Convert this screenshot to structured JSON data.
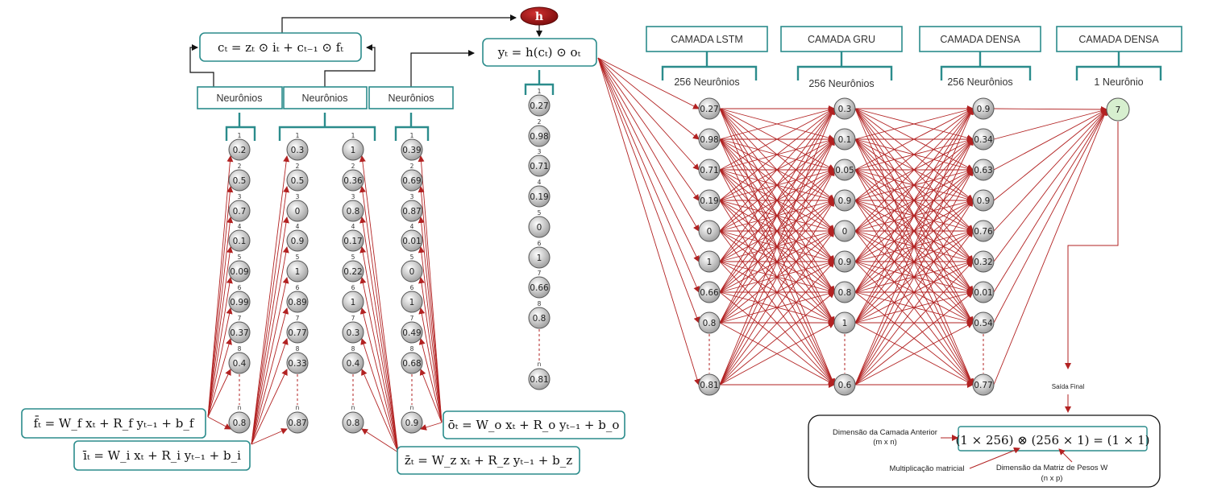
{
  "h_node": "h",
  "equations": {
    "c": "cₜ = zₜ ⊙ iₜ + cₜ₋₁ ⊙ fₜ",
    "y": "yₜ = h(cₜ) ⊙ oₜ",
    "f": "f̄ₜ = W_f xₜ + R_f yₜ₋₁ + b_f",
    "i": "īₜ = W_i xₜ + R_i yₜ₋₁ + b_i",
    "z": "z̄ₜ = W_z xₜ + R_z yₜ₋₁ + b_z",
    "o": "ōₜ = W_o xₜ + R_o yₜ₋₁ + b_o"
  },
  "neuron_labels": [
    "Neurônios",
    "Neurônios",
    "Neurônios"
  ],
  "index_labels": [
    "1",
    "2",
    "3",
    "4",
    "5",
    "6",
    "7",
    "8",
    "n"
  ],
  "gate_columns": [
    {
      "values": [
        "0.2",
        "0.5",
        "0.7",
        "0.1",
        "0.09",
        "0.99",
        "0.37",
        "0.4"
      ],
      "last": "0.8"
    },
    {
      "values": [
        "0.3",
        "0.5",
        "0",
        "0.9",
        "1",
        "0.89",
        "0.77",
        "0.33"
      ],
      "last": "0.87"
    },
    {
      "values": [
        "1",
        "0.36",
        "0.8",
        "0.17",
        "0.22",
        "1",
        "0.3",
        "0.4"
      ],
      "last": "0.8"
    },
    {
      "values": [
        "0.39",
        "0.69",
        "0.87",
        "0.01",
        "0",
        "1",
        "0.49",
        "0.68"
      ],
      "last": "0.9"
    }
  ],
  "y_column": {
    "values": [
      "0.27",
      "0.98",
      "0.71",
      "0.19",
      "0",
      "1",
      "0.66",
      "0.8"
    ],
    "last": "0.81"
  },
  "layers": [
    {
      "title": "CAMADA LSTM",
      "neurons": "256 Neurônios",
      "values": [
        "0.27",
        "0.98",
        "0.71",
        "0.19",
        "0",
        "1",
        "0.66",
        "0.8"
      ],
      "last": "0.81"
    },
    {
      "title": "CAMADA GRU",
      "neurons": "256 Neurônios",
      "values": [
        "0.3",
        "0.1",
        "0.05",
        "0.9",
        "0",
        "0.9",
        "0.8",
        "1"
      ],
      "last": "0.6"
    },
    {
      "title": "CAMADA DENSA",
      "neurons": "256 Neurônios",
      "values": [
        "0.9",
        "0.34",
        "0.63",
        "0.9",
        "0.76",
        "0.32",
        "0.01",
        "0.54"
      ],
      "last": "0.77"
    },
    {
      "title": "CAMADA DENSA",
      "neurons": "1 Neurônio",
      "values": [
        "7"
      ]
    }
  ],
  "output": {
    "saida": "Saída Final",
    "dim_prev": "Dimensão da Camada Anterior",
    "dim_prev_sub": "(m x n)",
    "formula": "(1 × 256) ⊗ (256 × 1) = (1 × 1)",
    "mult": "Multiplicação matricial",
    "dim_w": "Dimensão da Matriz de Pesos W",
    "dim_w_sub": "(n x p)"
  },
  "colors": {
    "teal": "#2b8c8c",
    "arrow": "#b22222",
    "h_fill": "#a01818",
    "output_fill": "#d7efcf"
  }
}
